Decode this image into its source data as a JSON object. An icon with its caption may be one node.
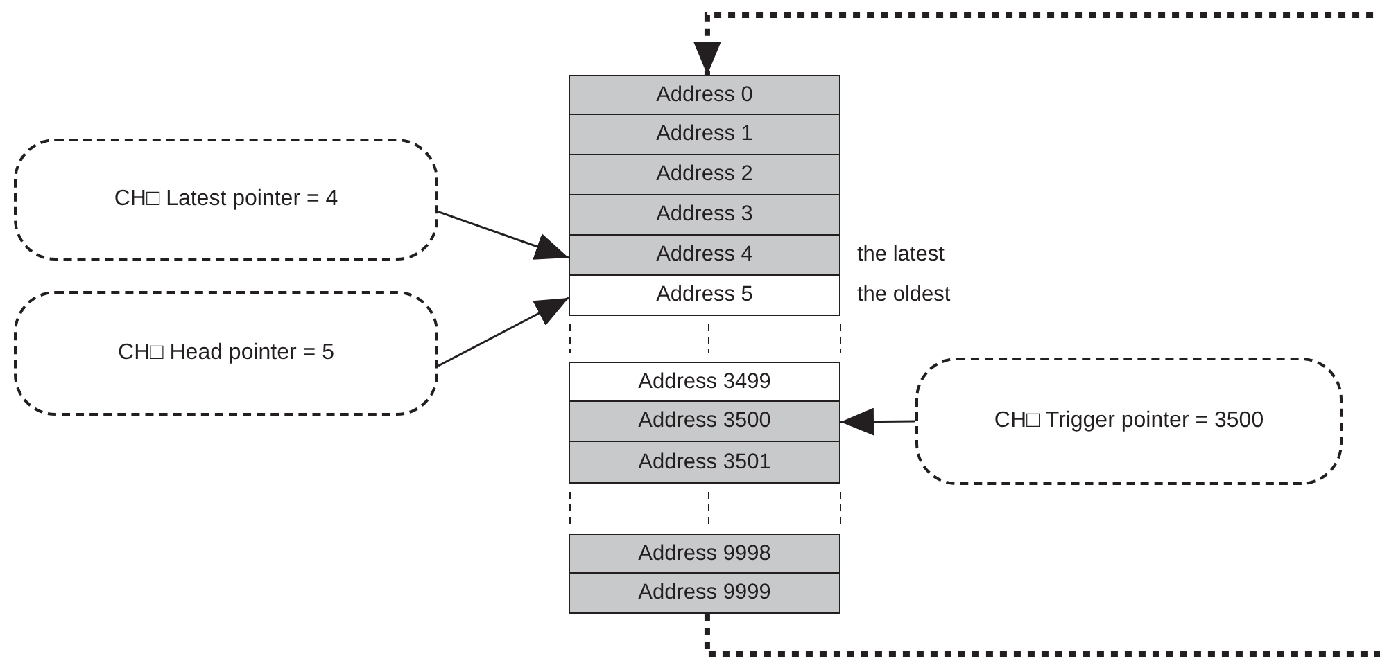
{
  "diagram": {
    "nodes": [
      {
        "text": [
          "Address 0"
        ]
      },
      {
        "text": [
          "Address 1"
        ]
      },
      {
        "text": [
          "CH□ Latest pointer = 4"
        ]
      },
      {
        "text": [
          "Address 2"
        ]
      },
      {
        "text": [
          "Address 3"
        ]
      },
      {
        "text": [
          "Address 4"
        ],
        "beside": [
          "the latest"
        ]
      },
      {
        "text": [
          "CH□ Head pointer = 5"
        ]
      },
      {
        "text": [
          "Address 5"
        ],
        "beside": [
          "the oldest"
        ]
      },
      {
        "text": [
          "Address 3499"
        ]
      },
      {
        "text": [
          "Address 3500"
        ]
      },
      {
        "text": [
          "CH□ Trigger pointer = 3500"
        ]
      },
      {
        "text": [
          "Address 3501"
        ]
      },
      {
        "text": [
          "Address 9998"
        ]
      },
      {
        "text": [
          "Address 9999"
        ]
      }
    ],
    "edges": [
      {
        "from": 2,
        "to": 5,
        "arrow": "to"
      },
      {
        "from": 6,
        "to": 7,
        "arrow": "to"
      },
      {
        "from": 10,
        "to": 9,
        "arrow": "to"
      },
      {
        "from": 13,
        "to": 0,
        "arrow": "to",
        "style": "dashed"
      }
    ]
  }
}
